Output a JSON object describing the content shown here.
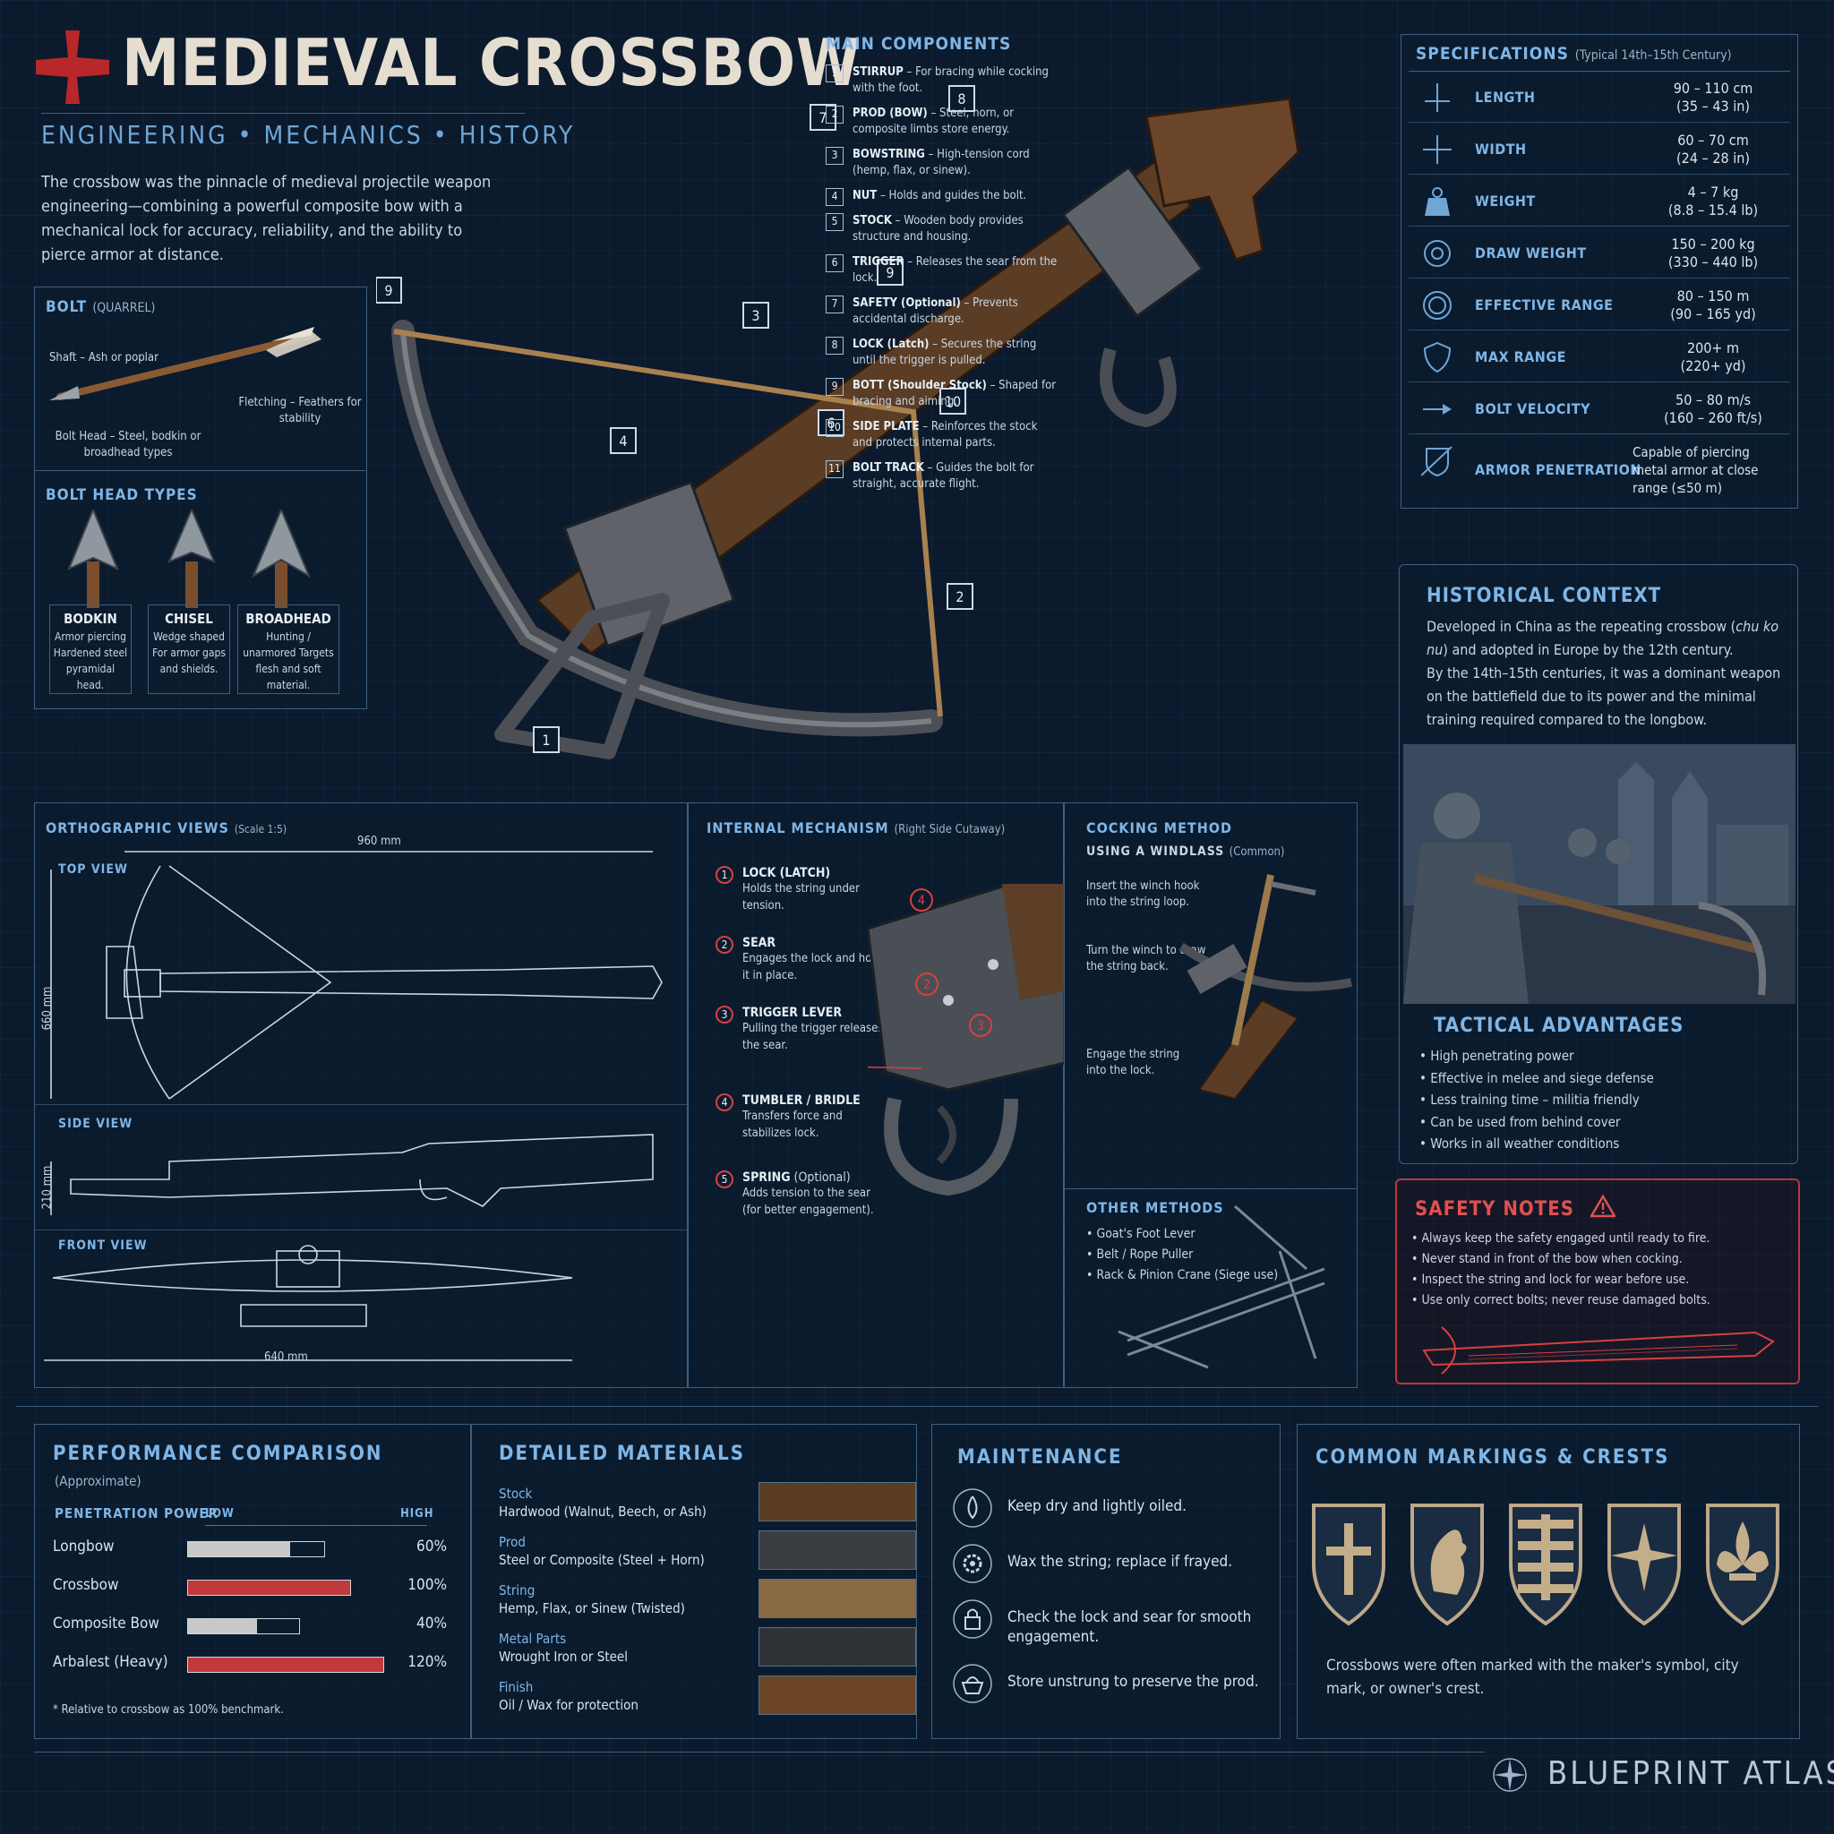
{
  "header": {
    "title": "MEDIEVAL CROSSBOW",
    "subtitle": "ENGINEERING • MECHANICS • HISTORY",
    "intro": "The crossbow was the pinnacle of medieval projectile weapon engineering—combining a powerful composite bow with a mechanical lock for accuracy, reliability, and the ability to pierce armor at distance."
  },
  "bolt": {
    "title": "BOLT",
    "title_note": "(QUARREL)",
    "shaft": "Shaft – Ash or poplar",
    "fletching": "Fletching – Feathers for stability",
    "head": "Bolt Head – Steel, bodkin or broadhead types",
    "types_title": "BOLT HEAD TYPES",
    "types": [
      {
        "name": "BODKIN",
        "desc": "Armor piercing Hardened steel pyramidal head."
      },
      {
        "name": "CHISEL",
        "desc": "Wedge shaped For armor gaps and shields."
      },
      {
        "name": "BROADHEAD",
        "desc": "Hunting / unarmored Targets flesh and soft material."
      }
    ]
  },
  "components": {
    "title": "MAIN COMPONENTS",
    "items": [
      {
        "n": "1",
        "name": "STIRRUP",
        "desc": " – For bracing while cocking with the foot."
      },
      {
        "n": "2",
        "name": "PROD (BOW)",
        "desc": " – Steel, horn, or composite limbs store energy."
      },
      {
        "n": "3",
        "name": "BOWSTRING",
        "desc": " – High-tension cord (hemp, flax, or sinew)."
      },
      {
        "n": "4",
        "name": "NUT",
        "desc": " – Holds and guides the bolt."
      },
      {
        "n": "5",
        "name": "STOCK",
        "desc": " – Wooden body provides structure and housing."
      },
      {
        "n": "6",
        "name": "TRIGGER",
        "desc": " – Releases the sear from the lock."
      },
      {
        "n": "7",
        "name": "SAFETY (Optional)",
        "desc": " – Prevents accidental discharge."
      },
      {
        "n": "8",
        "name": "LOCK (Latch)",
        "desc": " – Secures the string until the trigger is pulled."
      },
      {
        "n": "9",
        "name": "BOTT (Shoulder Stock)",
        "desc": " – Shaped for bracing and aiming."
      },
      {
        "n": "10",
        "name": "SIDE PLATE",
        "desc": " – Reinforces the stock and protects internal parts."
      },
      {
        "n": "11",
        "name": "BOLT TRACK",
        "desc": " – Guides the bolt for straight, accurate flight."
      }
    ]
  },
  "callouts": [
    "1",
    "2",
    "3",
    "4",
    "6",
    "7",
    "8",
    "9",
    "9",
    "10"
  ],
  "specs": {
    "title": "SPECIFICATIONS",
    "note": "(Typical 14th–15th Century)",
    "rows": [
      {
        "icon": "length-icon",
        "label": "LENGTH",
        "v1": "90 – 110 cm",
        "v2": "(35 – 43 in)"
      },
      {
        "icon": "width-icon",
        "label": "WIDTH",
        "v1": "60 – 70 cm",
        "v2": "(24 – 28 in)"
      },
      {
        "icon": "weight-icon",
        "label": "WEIGHT",
        "v1": "4 – 7 kg",
        "v2": "(8.8 – 15.4 lb)"
      },
      {
        "icon": "crosshair-icon",
        "label": "DRAW WEIGHT",
        "v1": "150 – 200 kg",
        "v2": "(330 – 440 lb)"
      },
      {
        "icon": "range-icon",
        "label": "EFFECTIVE RANGE",
        "v1": "80 – 150 m",
        "v2": "(90 – 165 yd)"
      },
      {
        "icon": "shield-icon",
        "label": "MAX RANGE",
        "v1": "200+ m",
        "v2": "(220+ yd)"
      },
      {
        "icon": "arrow-icon",
        "label": "BOLT VELOCITY",
        "v1": "50 – 80 m/s",
        "v2": "(160 – 260 ft/s)"
      },
      {
        "icon": "penetration-icon",
        "label": "ARMOR PENETRATION",
        "v1": "Capable of piercing metal armor at close range (≤50 m)",
        "v2": ""
      }
    ]
  },
  "history": {
    "title": "HISTORICAL CONTEXT",
    "p1a": "Developed in China as the repeating crossbow (",
    "p1i": "chu ko nu",
    "p1b": ") and adopted in Europe by the 12th century.",
    "p2": "By the 14th–15th centuries, it was a dominant weapon on the battlefield due to its power and the minimal training required compared to the longbow."
  },
  "tactical": {
    "title": "TACTICAL ADVANTAGES",
    "items": [
      "High penetrating power",
      "Effective in melee and siege defense",
      "Less training time – militia friendly",
      "Can be used from behind cover",
      "Works in all weather conditions"
    ]
  },
  "safety": {
    "title": "SAFETY NOTES",
    "items": [
      "Always keep the safety engaged until ready to fire.",
      "Never stand in front of the bow when cocking.",
      "Inspect the string and lock for wear before use.",
      "Use only correct bolts; never reuse damaged bolts."
    ]
  },
  "ortho": {
    "title": "ORTHOGRAPHIC VIEWS",
    "scale": "(Scale 1:5)",
    "top": "TOP VIEW",
    "side": "SIDE VIEW",
    "front": "FRONT VIEW",
    "dim_len": "960 mm",
    "dim_h": "660 mm",
    "dim_side": "210 mm",
    "dim_front": "640 mm"
  },
  "mechanism": {
    "title": "INTERNAL MECHANISM",
    "note": "(Right Side Cutaway)",
    "items": [
      {
        "n": "1",
        "name": "LOCK (LATCH)",
        "desc": "Holds the string under tension."
      },
      {
        "n": "2",
        "name": "SEAR",
        "desc": "Engages the lock and holds it in place."
      },
      {
        "n": "3",
        "name": "TRIGGER LEVER",
        "desc": "Pulling the trigger releases the sear."
      },
      {
        "n": "4",
        "name": "TUMBLER / BRIDLE",
        "desc": "Transfers force and stabilizes lock."
      },
      {
        "n": "5",
        "name": "SPRING",
        "note": "(Optional)",
        "desc": "Adds tension to the sear (for better engagement)."
      }
    ]
  },
  "cocking": {
    "title": "COCKING METHOD",
    "subtitle": "USING A WINDLASS",
    "sub_note": "(Common)",
    "steps": [
      "Insert the winch hook into the string loop.",
      "Turn the winch to draw the string back.",
      "Engage the string into the lock."
    ],
    "other_title": "OTHER METHODS",
    "other": [
      "Goat's Foot Lever",
      "Belt / Rope Puller",
      "Rack & Pinion Crane (Siege use)"
    ]
  },
  "performance": {
    "title": "PERFORMANCE COMPARISON",
    "note": "(Approximate)",
    "metric": "PENETRATION POWER",
    "low": "LOW",
    "high": "HIGH",
    "rows": [
      {
        "name": "Longbow",
        "value": 60,
        "label": "60%",
        "color": "#c9c9c9"
      },
      {
        "name": "Crossbow",
        "value": 100,
        "label": "100%",
        "color": "#c0393b"
      },
      {
        "name": "Composite Bow",
        "value": 40,
        "label": "40%",
        "color": "#c9c9c9"
      },
      {
        "name": "Arbalest (Heavy)",
        "value": 120,
        "label": "120%",
        "color": "#c0393b"
      }
    ],
    "footnote": "* Relative to crossbow as 100% benchmark."
  },
  "materials": {
    "title": "DETAILED MATERIALS",
    "items": [
      {
        "name": "Stock",
        "desc": "Hardwood (Walnut, Beech, or Ash)",
        "color": "#5a3c22"
      },
      {
        "name": "Prod",
        "desc": "Steel or Composite (Steel + Horn)",
        "color": "#3a3d42"
      },
      {
        "name": "String",
        "desc": "Hemp, Flax, or Sinew (Twisted)",
        "color": "#8a6a42"
      },
      {
        "name": "Metal Parts",
        "desc": "Wrought Iron or Steel",
        "color": "#2f3236"
      },
      {
        "name": "Finish",
        "desc": "Oil / Wax for protection",
        "color": "#6b4526"
      }
    ]
  },
  "maintenance": {
    "title": "MAINTENANCE",
    "items": [
      "Keep dry and lightly oiled.",
      "Wax the string; replace if frayed.",
      "Check the lock and sear for smooth engagement.",
      "Store unstrung to preserve the prod."
    ]
  },
  "markings": {
    "title": "COMMON MARKINGS & CRESTS",
    "note": "Crossbows were often marked with the maker's symbol, city mark, or owner's crest."
  },
  "brand": {
    "name": "BLUEPRINT ATLAS"
  }
}
